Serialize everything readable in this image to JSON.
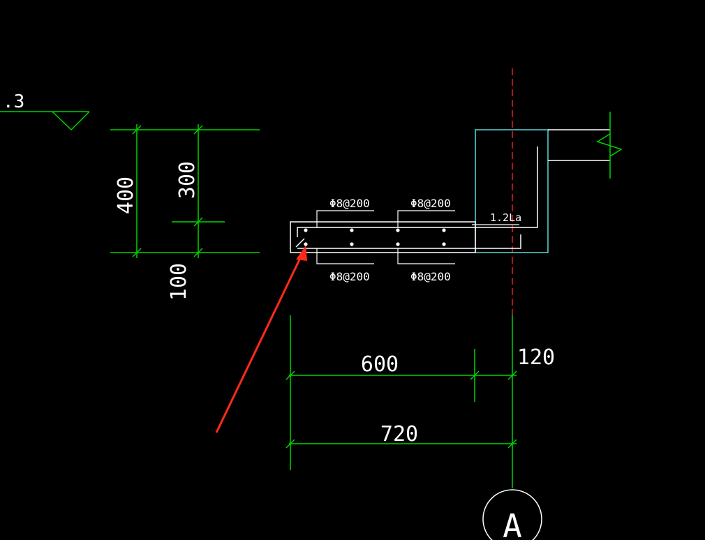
{
  "colors": {
    "background": "#000000",
    "dimension": "#00d400",
    "outline": "#ffffff",
    "wall": "#5bd8d8",
    "axis": "#e02020",
    "arrow": "#ff2a1a",
    "text": "#ffffff"
  },
  "level_mark": {
    "text": ".3"
  },
  "dimensions": {
    "d400": "400",
    "d300": "300",
    "d100": "100",
    "d600": "600",
    "d120": "120",
    "d720": "720"
  },
  "rebar_labels": {
    "top_left": "Φ8@200",
    "top_right": "Φ8@200",
    "bottom_left": "Φ8@200",
    "bottom_right": "Φ8@200",
    "anchorage": "1.2La"
  },
  "grid_axis": {
    "label": "A"
  },
  "icons": [
    "level-triangle-icon",
    "break-symbol-icon",
    "pointer-arrow-icon"
  ]
}
